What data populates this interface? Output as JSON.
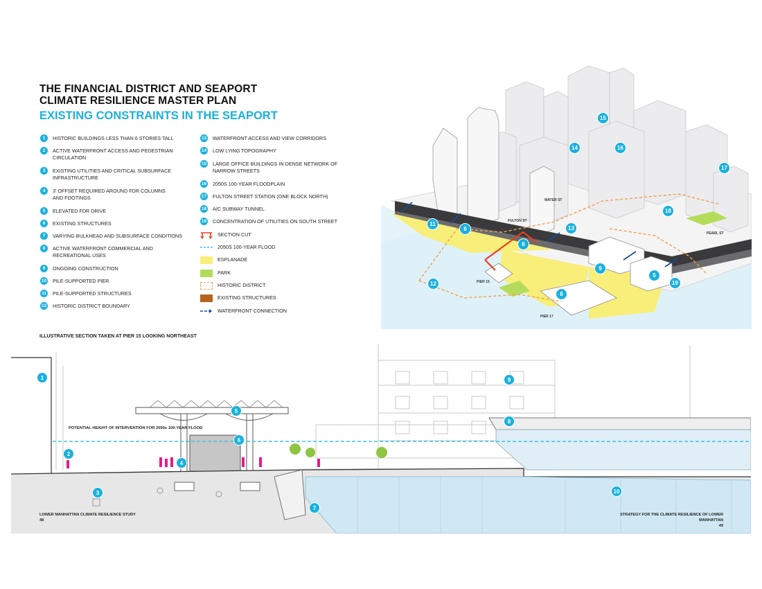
{
  "header": {
    "title_line1": "THE FINANCIAL DISTRICT AND SEAPORT",
    "title_line2": "CLIMATE RESILIENCE MASTER PLAN",
    "subtitle": "EXISTING CONSTRAINTS IN THE SEAPORT"
  },
  "legend_col1": [
    {
      "num": "1",
      "label": "Historic buildings less than 6 stories tall"
    },
    {
      "num": "2",
      "label": "Active waterfront access and pedestrian circulation"
    },
    {
      "num": "3",
      "label": "Existing utilities and critical subsurface infrastructure"
    },
    {
      "num": "4",
      "label": "3' offset required around FDR columns and footings"
    },
    {
      "num": "5",
      "label": "Elevated FDR Drive"
    },
    {
      "num": "6",
      "label": "Existing structures"
    },
    {
      "num": "7",
      "label": "Varying bulkhead and subsurface conditions"
    },
    {
      "num": "8",
      "label": "Active waterfront commercial and recreational uses"
    },
    {
      "num": "9",
      "label": "Ongoing construction"
    },
    {
      "num": "10",
      "label": "Pile-supported pier"
    },
    {
      "num": "11",
      "label": "Pile-supported structures"
    },
    {
      "num": "12",
      "label": "Historic district boundary"
    }
  ],
  "legend_col2": [
    {
      "num": "13",
      "label": "Waterfront access and view corridors"
    },
    {
      "num": "14",
      "label": "Low lying topography"
    },
    {
      "num": "15",
      "label": "Large office buildings in dense network of narrow streets"
    },
    {
      "num": "16",
      "label": "2050s 100-year floodplain"
    },
    {
      "num": "17",
      "label": "Fulton Street Station (one block north)"
    },
    {
      "num": "18",
      "label": "A/C subway tunnel"
    },
    {
      "num": "19",
      "label": "Concentration of utilities on South Street"
    }
  ],
  "legend_symbols": [
    {
      "kind": "section-cut",
      "label": "Section cut",
      "color": "#e8401c"
    },
    {
      "kind": "flood-line",
      "label": "2050s 100-year flood",
      "color": "#3cc0e0"
    },
    {
      "kind": "esplanade",
      "label": "Esplanade",
      "color": "#f8ee7a"
    },
    {
      "kind": "park",
      "label": "Park",
      "color": "#b4dc5a"
    },
    {
      "kind": "historic",
      "label": "Historic district",
      "color": "#f0a050"
    },
    {
      "kind": "existing",
      "label": "Existing structures",
      "color": "#b8621e"
    },
    {
      "kind": "waterfront",
      "label": "Waterfront connection",
      "color": "#1a4b9c"
    }
  ],
  "map": {
    "street_labels": [
      "WATER ST",
      "PEARL ST",
      "PIER 15",
      "PIER 17",
      "FULTON ST"
    ],
    "markers": [
      "15",
      "14",
      "16",
      "17",
      "18",
      "11",
      "6",
      "13",
      "6",
      "9",
      "5",
      "19",
      "12",
      "8"
    ]
  },
  "section": {
    "title": "ILLUSTRATIVE SECTION TAKEN AT PIER 15 LOOKING NORTHEAST",
    "flood_label": "POTENTIAL HEIGHT OF INTERVENTION FOR 2050s 100-YEAR FLOOD",
    "markers": [
      "1",
      "2",
      "3",
      "4",
      "5",
      "6",
      "7",
      "8",
      "9",
      "10"
    ]
  },
  "footer": {
    "left_title": "LOWER MANHATTAN CLIMATE RESILIENCE STUDY",
    "left_page": "48",
    "right_title": "STRATEGY FOR THE CLIMATE RESILIENCE OF LOWER MANHATTAN",
    "right_page": "49"
  },
  "colors": {
    "accent": "#1ab0de",
    "flood": "#3cc0e0",
    "esplanade": "#f8ee7a",
    "park": "#b4dc5a",
    "historic": "#f0a050",
    "existing": "#b8621e",
    "people": "#e8198b",
    "cut": "#e8401c"
  }
}
